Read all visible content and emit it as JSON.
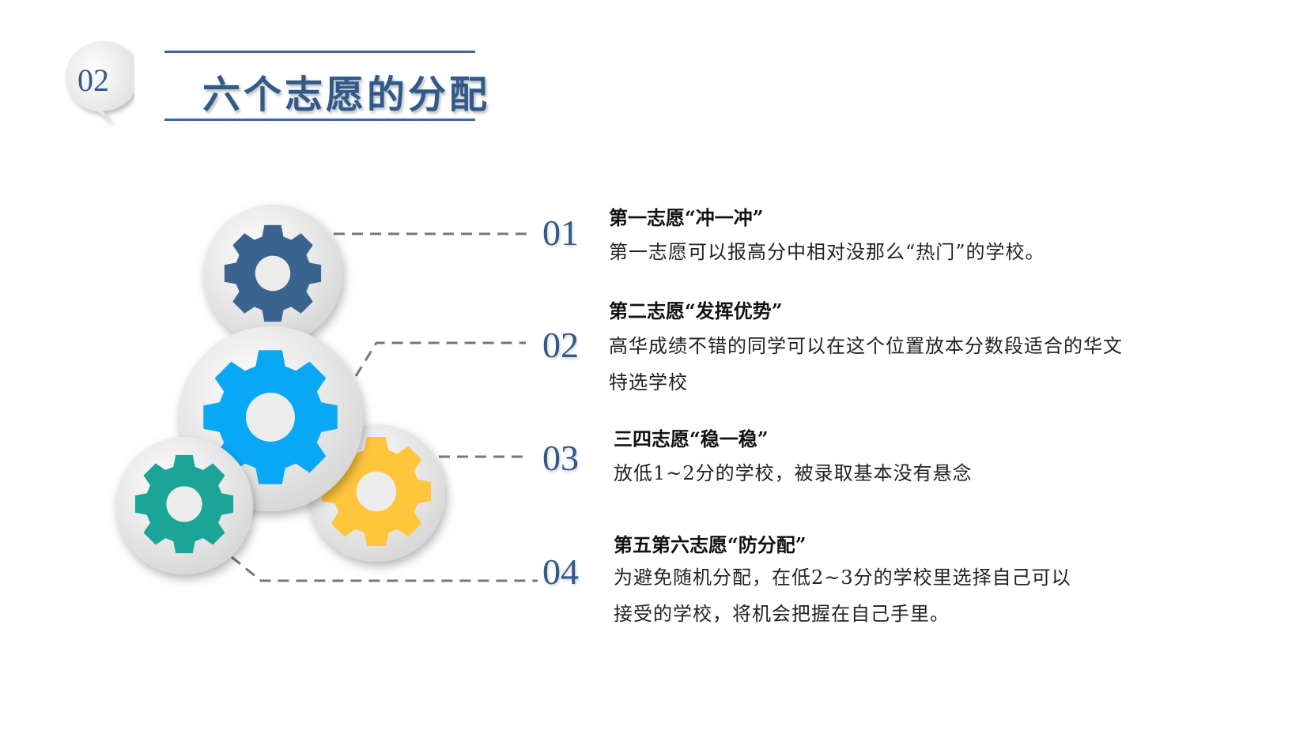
{
  "section_number": "02",
  "title": "六个志愿的分配",
  "colors": {
    "accent": "#2f5a8a",
    "gear_navy": "#3a6390",
    "gear_blue": "#09a8f5",
    "gear_yellow": "#ffc53d",
    "gear_teal": "#1aa596",
    "connector": "#777777"
  },
  "items": [
    {
      "number": "01",
      "title": "第一志愿“冲一冲”",
      "desc_lines": [
        "第一志愿可以报高分中相对没那么“热门”的学校。"
      ]
    },
    {
      "number": "02",
      "title": "第二志愿“发挥优势”",
      "desc_lines": [
        "高华成绩不错的同学可以在这个位置放本分数段适合的华文",
        "特选学校"
      ]
    },
    {
      "number": "03",
      "title": "三四志愿“稳一稳”",
      "desc_lines": [
        "放低1~2分的学校，被录取基本没有悬念"
      ]
    },
    {
      "number": "04",
      "title": "第五第六志愿“防分配”",
      "desc_lines": [
        "为避免随机分配，在低2~3分的学校里选择自己可以",
        "接受的学校，将机会把握在自己手里。"
      ]
    }
  ]
}
